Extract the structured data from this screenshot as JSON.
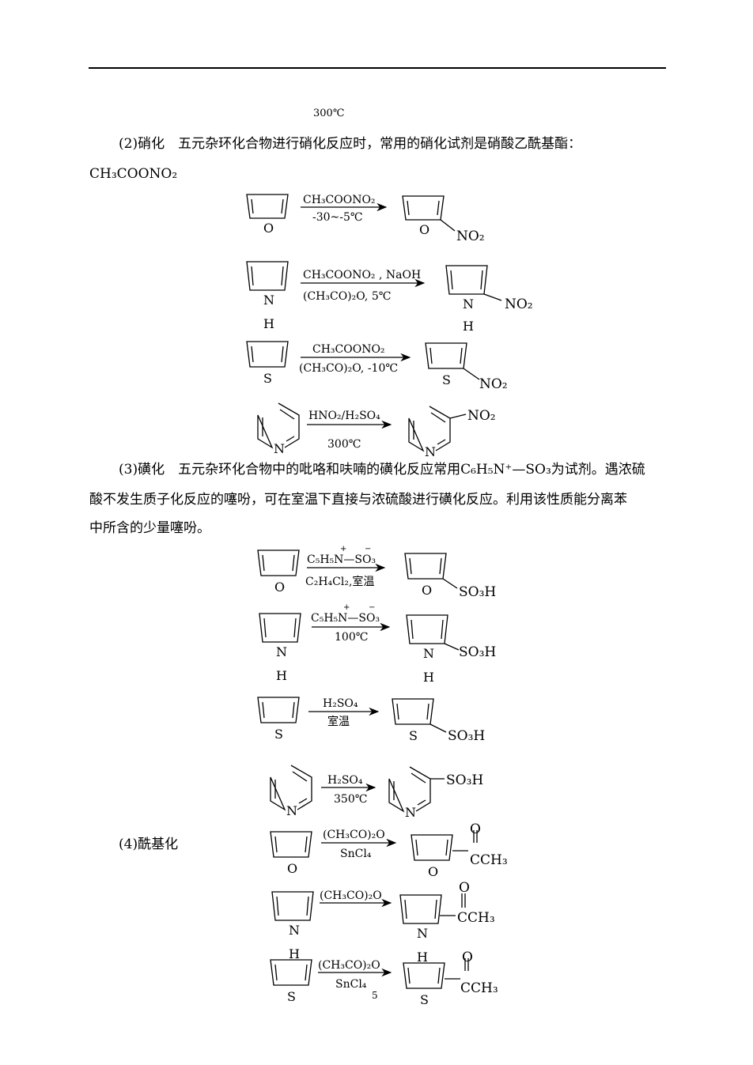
{
  "top_note": "300℃",
  "nitration": {
    "heading": "(2)硝化　五元杂环化合物进行硝化反应时，常用的硝化试剂是硝酸乙酰基酯：",
    "reagent_line": "CH₃COONO₂",
    "reactions": [
      {
        "substrate": "furan",
        "above": "CH₃COONO₂",
        "below": "-30~-5℃",
        "product_group": "NO₂"
      },
      {
        "substrate": "pyrrole",
        "above": "CH₃COONO₂ , NaOH",
        "below": "(CH₃CO)₂O,  5℃",
        "product_group": "NO₂"
      },
      {
        "substrate": "thiophene",
        "above": "CH₃COONO₂",
        "below": "(CH₃CO)₂O,  -10℃",
        "product_group": "NO₂"
      },
      {
        "substrate": "pyridine",
        "above": "HNO₂/H₂SO₄",
        "below": "300℃",
        "product_group": "NO₂"
      }
    ]
  },
  "sulfonation": {
    "heading_line1": "(3)磺化　五元杂环化合物中的吡咯和呋喃的磺化反应常用C₆H₅N⁺—SO₃为试剂。遇浓硫",
    "heading_line2": "酸不发生质子化反应的噻吩，可在室温下直接与浓硫酸进行磺化反应。利用该性质能分离苯",
    "heading_line3": "中所含的少量噻吩。",
    "reactions": [
      {
        "substrate": "furan",
        "above": "C₅H₅N—SO₃",
        "below": "C₂H₄Cl₂,室温",
        "product_group": "SO₃H"
      },
      {
        "substrate": "pyrrole",
        "above": "C₅H₅N—SO₃",
        "below": "100℃",
        "product_group": "SO₃H"
      },
      {
        "substrate": "thiophene",
        "above": "H₂SO₄",
        "below": "室温",
        "product_group": "SO₃H"
      },
      {
        "substrate": "pyridine",
        "above": "H₂SO₄",
        "below": "350℃",
        "product_group": "SO₃H"
      }
    ]
  },
  "acylation": {
    "heading": "(4)酰基化",
    "reactions": [
      {
        "substrate": "furan",
        "above": "(CH₃CO)₂O",
        "below": "SnCl₄",
        "product_group": "CCH₃",
        "carbonyl": "O"
      },
      {
        "substrate": "pyrrole",
        "above": "(CH₃CO)₂O",
        "below": "",
        "product_group": "CCH₃",
        "carbonyl": "O"
      },
      {
        "substrate": "thiophene",
        "above": "(CH₃CO)₂O",
        "below": "SnCl₄",
        "product_group": "CCH₃",
        "carbonyl": "O"
      }
    ]
  },
  "atoms": {
    "O": "O",
    "N": "N",
    "S": "S",
    "H": "H",
    "plus": "+",
    "minus": "−"
  },
  "page_number": "5"
}
